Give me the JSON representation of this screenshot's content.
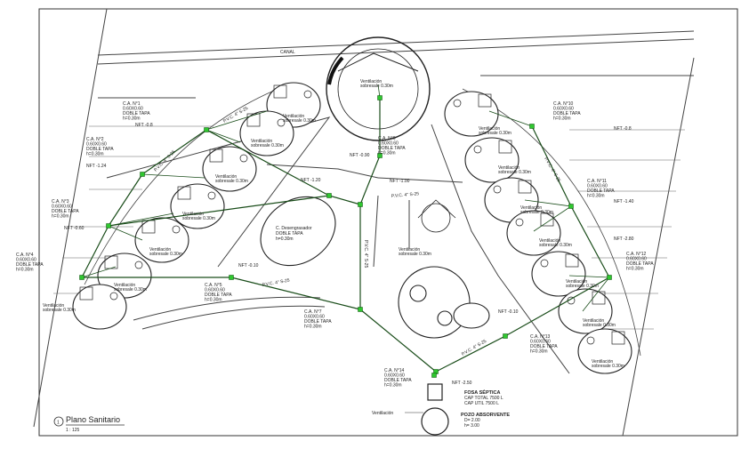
{
  "title": "Plano Sanitario",
  "scale": "1 : 125",
  "view_number": "1",
  "canal_label": "CANAL",
  "pipes": {
    "pvc_a": "P.V.C. 4\" S-25",
    "pvc_b": "P.V.C. 4\" S-25",
    "pvc_c": "P.V.C. 4\" S-25",
    "pvc_d": "P.V.C. 4\" S-25",
    "pvc_e": "P.V.C. 4\" S-25",
    "pvc_f": "P.V.C. 4\" S-25",
    "pvc_g": "P.V.C. 4\" S-25"
  },
  "boxes": [
    {
      "name": "C.A. N°1",
      "l2": "0.60X0.60",
      "l3": "DOBLE TAPA",
      "l4": "h=0.30m"
    },
    {
      "name": "C.A. N°2",
      "l2": "0.60X0.60",
      "l3": "DOBLE TAPA",
      "l4": "h=0.30m"
    },
    {
      "name": "C.A. N°3",
      "l2": "0.60X0.60",
      "l3": "DOBLE TAPA",
      "l4": "h=0.30m"
    },
    {
      "name": "C.A. N°4",
      "l2": "0.60X0.60",
      "l3": "DOBLE TAPA",
      "l4": "h=0.30m"
    },
    {
      "name": "C.A. N°5",
      "l2": "0.60X0.60",
      "l3": "DOBLE TAPA",
      "l4": "h=0.30m"
    },
    {
      "name": "C.A. N°6",
      "l2": "0.60X0.60",
      "l3": "DOBLE TAPA",
      "l4": "h=0.30m"
    },
    {
      "name": "C.A. N°7",
      "l2": "0.60X0.60",
      "l3": "DOBLE TAPA",
      "l4": "h=0.30m"
    },
    {
      "name": "C.A. N°10",
      "l2": "0.60X0.60",
      "l3": "DOBLE TAPA",
      "l4": "h=0.30m"
    },
    {
      "name": "C.A. N°11",
      "l2": "0.60X0.60",
      "l3": "DOBLE TAPA",
      "l4": "h=0.30m"
    },
    {
      "name": "C.A. N°12",
      "l2": "0.60X0.60",
      "l3": "DOBLE TAPA",
      "l4": "h=0.30m"
    },
    {
      "name": "C.A. N°13",
      "l2": "0.60X0.60",
      "l3": "DOBLE TAPA",
      "l4": "h=0.30m"
    },
    {
      "name": "C.A. N°14",
      "l2": "0.60X0.60",
      "l3": "DOBLE TAPA",
      "l4": "h=0.30m"
    }
  ],
  "levels": {
    "nft_a": "NFT -0.8",
    "nft_b": "NFT -1.24",
    "nft_c": "NFT -0.60",
    "nft_d": "NFT -0.10",
    "nft_e": "NFT -1.20",
    "nft_f": "NFT -1.00",
    "nft_g": "NFT -0.90",
    "nft_h": "NFT -0.8",
    "nft_i": "NFT -1.40",
    "nft_j": "NFT -2.80",
    "nft_k": "NFT -0.10",
    "nft_l": "NFT -2.50"
  },
  "vent_label": "Ventilación",
  "vent_sub": "sobresale 0.30m",
  "registro": {
    "l1": "C. Desengrasador",
    "l2": "DOBLE TAPA",
    "l3": "h=0.30m"
  },
  "fosa": {
    "l1": "FOSA SÉPTICA",
    "l2": "CAP TOTAL 7500 L",
    "l3": "CAP UTIL 7500 L"
  },
  "pozo": {
    "l1": "POZO ABSORVENTE",
    "l2": "D= 2.00",
    "l3": "h= 3.00"
  },
  "vent_bottom": "Ventilación"
}
